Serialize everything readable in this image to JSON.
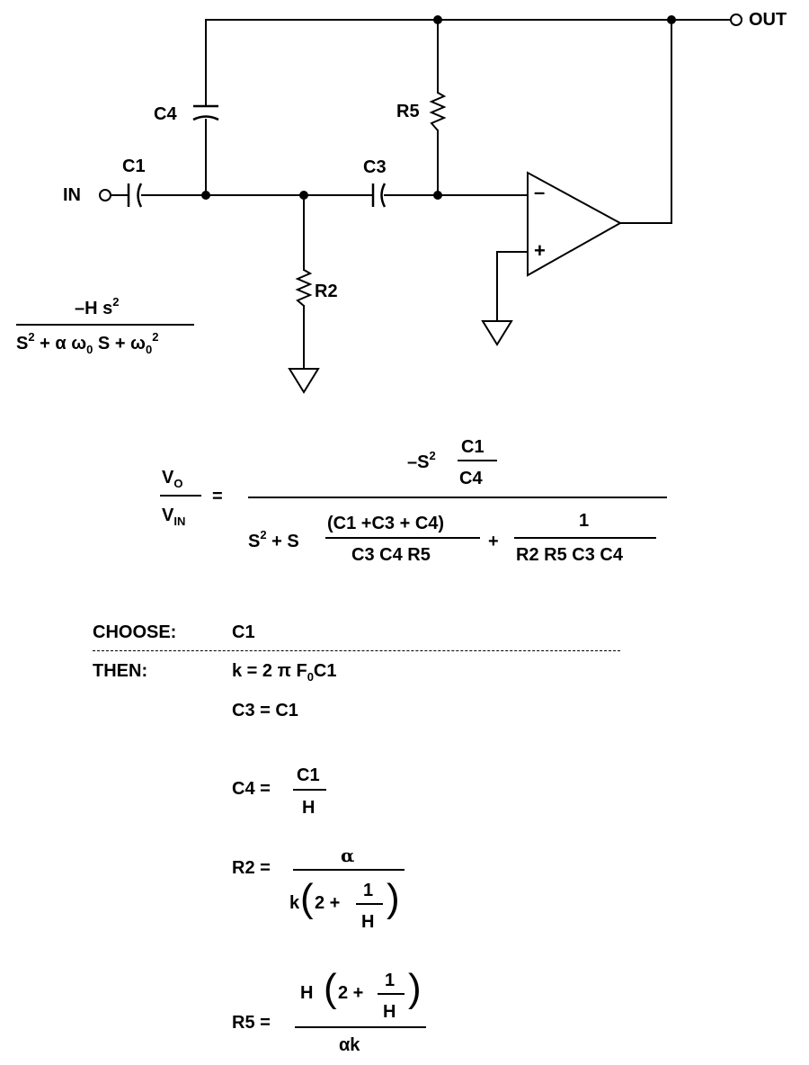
{
  "circuit": {
    "in_label": "IN",
    "out_label": "OUT",
    "components": {
      "c1": "C1",
      "c3": "C3",
      "c4": "C4",
      "r2": "R2",
      "r5": "R5"
    },
    "opamp": {
      "inverting": "–",
      "noninverting": "+"
    }
  },
  "transfer_small": {
    "num_main": "–H s",
    "num_exp": "2",
    "den_s": "S",
    "den_exp1": "2",
    "den_mid": " + α ω",
    "den_sub1": "0",
    "den_s2": " S + ω",
    "den_sub2": "0",
    "den_exp2": "2"
  },
  "transfer_main": {
    "lhs_num": "V",
    "lhs_num_sub": "O",
    "lhs_den": "V",
    "lhs_den_sub": "IN",
    "equals": "=",
    "num_prefix": "–S",
    "num_exp": "2",
    "num_frac_num": "C1",
    "num_frac_den": "C4",
    "den_s": "S",
    "den_exp": "2",
    "den_plus_s": " + S",
    "den_frac1_num": "(C1 +C3 + C4)",
    "den_frac1_den": "C3 C4 R5",
    "den_plus": "+",
    "den_frac2_num": "1",
    "den_frac2_den": "R2 R5 C3 C4"
  },
  "design": {
    "choose_label": "CHOOSE:",
    "choose_value": "C1",
    "then_label": "THEN:",
    "k_eq_main": "k = 2 π F",
    "k_eq_sub": "0",
    "k_eq_end": "C1",
    "c3_eq": "C3 = C1",
    "c4_lhs": "C4 =",
    "c4_num": "C1",
    "c4_den": "H",
    "r2_lhs": "R2 =",
    "r2_num": "α",
    "r2_den_k": "k",
    "r2_den_two": "2 +",
    "r2_inner_num": "1",
    "r2_inner_den": "H",
    "r5_lhs": "R5 =",
    "r5_num_h": "H",
    "r5_num_two": "2 +",
    "r5_inner_num": "1",
    "r5_inner_den": "H",
    "r5_den": "αk"
  }
}
